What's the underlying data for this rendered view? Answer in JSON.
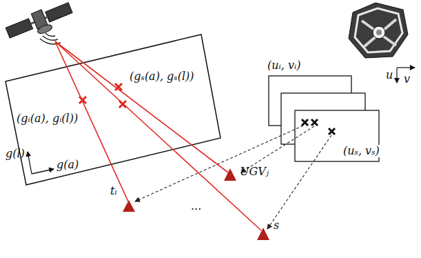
{
  "diagram": {
    "labels": [
      "(gᵢ(a), gᵢ(l))",
      "(gₛ(a), gₛ(l))",
      "g(l)",
      "g(a)",
      "(uᵢ, vᵢ)",
      "(uₛ, vₛ)",
      "u",
      "v",
      "UGVⱼ",
      "tᵢ",
      "...",
      "s"
    ]
  }
}
